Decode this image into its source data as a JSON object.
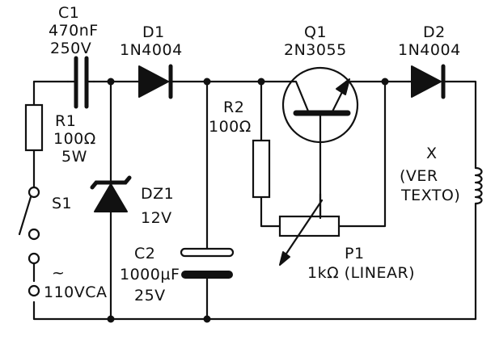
{
  "components": {
    "c1": {
      "ref": "C1",
      "value": "470nF",
      "rating": "250V"
    },
    "d1": {
      "ref": "D1",
      "part": "1N4004"
    },
    "q1": {
      "ref": "Q1",
      "part": "2N3055"
    },
    "d2": {
      "ref": "D2",
      "part": "1N4004"
    },
    "r1": {
      "ref": "R1",
      "value": "100Ω",
      "power": "5W"
    },
    "r2": {
      "ref": "R2",
      "value": "100Ω"
    },
    "x": {
      "ref": "X",
      "note_line1": "(VER",
      "note_line2": "TEXTO)"
    },
    "s1": {
      "ref": "S1"
    },
    "dz1": {
      "ref": "DZ1",
      "voltage": "12V"
    },
    "c2": {
      "ref": "C2",
      "value": "1000µF",
      "rating": "25V"
    },
    "p1": {
      "ref": "P1",
      "value": "1kΩ (LINEAR)"
    },
    "supply": {
      "symbol": "~",
      "label": "110VCA"
    }
  }
}
